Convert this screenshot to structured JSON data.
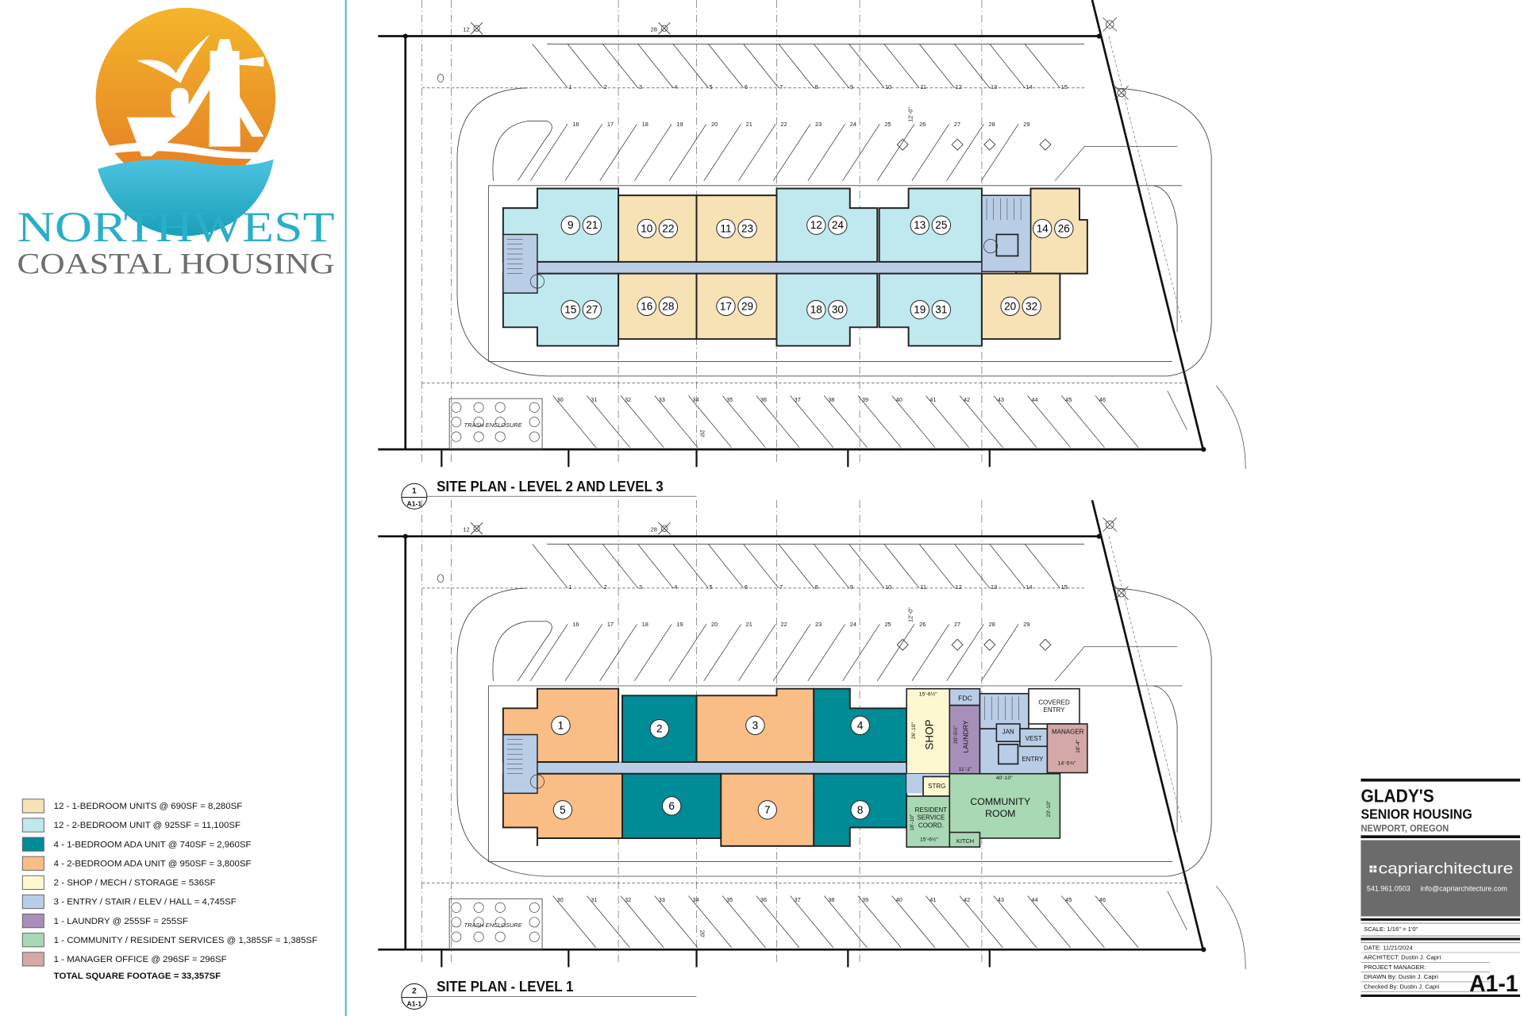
{
  "logo": {
    "line1": "NORTHWEST",
    "line2": "COASTAL HOUSING",
    "colors": {
      "sun_top": "#f3b62b",
      "sun_bottom": "#e57c22",
      "water": "#3bb8d8",
      "line1": "#2aaec9",
      "line2": "#6d6e70"
    }
  },
  "plans": [
    {
      "title": "SITE PLAN - LEVEL 2 AND LEVEL 3",
      "callout_number": "1",
      "callout_sheet": "A1-1",
      "units": [
        {
          "labels": [
            "9",
            "21"
          ],
          "type": "two_bed"
        },
        {
          "labels": [
            "10",
            "22"
          ],
          "type": "one_bed"
        },
        {
          "labels": [
            "11",
            "23"
          ],
          "type": "one_bed"
        },
        {
          "labels": [
            "12",
            "24"
          ],
          "type": "two_bed"
        },
        {
          "labels": [
            "13",
            "25"
          ],
          "type": "two_bed"
        },
        {
          "labels": [
            "14",
            "26"
          ],
          "type": "one_bed"
        },
        {
          "labels": [
            "15",
            "27"
          ],
          "type": "two_bed"
        },
        {
          "labels": [
            "16",
            "28"
          ],
          "type": "one_bed"
        },
        {
          "labels": [
            "17",
            "29"
          ],
          "type": "one_bed"
        },
        {
          "labels": [
            "18",
            "30"
          ],
          "type": "two_bed"
        },
        {
          "labels": [
            "19",
            "31"
          ],
          "type": "two_bed"
        },
        {
          "labels": [
            "20",
            "32"
          ],
          "type": "one_bed"
        }
      ]
    },
    {
      "title": "SITE PLAN - LEVEL 1",
      "callout_number": "2",
      "callout_sheet": "A1-1",
      "units": [
        {
          "labels": [
            "1"
          ],
          "type": "two_bed_ada"
        },
        {
          "labels": [
            "2"
          ],
          "type": "one_bed_ada"
        },
        {
          "labels": [
            "3"
          ],
          "type": "two_bed_ada"
        },
        {
          "labels": [
            "4"
          ],
          "type": "one_bed_ada"
        },
        {
          "labels": [
            "5"
          ],
          "type": "two_bed_ada"
        },
        {
          "labels": [
            "6"
          ],
          "type": "one_bed_ada"
        },
        {
          "labels": [
            "7"
          ],
          "type": "two_bed_ada"
        },
        {
          "labels": [
            "8"
          ],
          "type": "one_bed_ada"
        }
      ],
      "rooms": {
        "shop": "SHOP",
        "fdc": "FDC",
        "laundry": "LAUNDRY",
        "covered_entry_1": "COVERED",
        "covered_entry_2": "ENTRY",
        "jan": "JAN",
        "vest": "VEST",
        "entry": "ENTRY",
        "manager": "MANAGER",
        "strg": "STRG",
        "resident_1": "RESIDENT",
        "resident_2": "SERVICE",
        "resident_3": "COORD.",
        "community_1": "COMMUNITY",
        "community_2": "ROOM",
        "kitch": "KITCH"
      },
      "dimensions": {
        "shop_w": "15'-6½\"",
        "shop_h": "26'-10\"",
        "laundry_h": "20'-5½\"",
        "laundry_w": "11'-1\"",
        "manager_w": "14'-5¾\"",
        "manager_h": "18'-4\"",
        "community_w": "40'-10\"",
        "community_h": "23'-10\"",
        "resident_h": "18'-10\"",
        "resident_w": "15'-6½\""
      }
    }
  ],
  "site": {
    "trees": [
      "12",
      "28"
    ],
    "aisle_dimension": "12'-0\"",
    "trash_enclosure": "TRASH ENCLOSURE",
    "setback": "20'",
    "stalls_row1": [
      "1",
      "2",
      "3",
      "4",
      "5",
      "6",
      "7",
      "8",
      "9",
      "10",
      "11",
      "12",
      "13",
      "14",
      "15"
    ],
    "stalls_row2": [
      "16",
      "17",
      "18",
      "19",
      "20",
      "21",
      "22",
      "23",
      "24",
      "25",
      "26",
      "27",
      "28",
      "29"
    ],
    "stalls_row3": [
      "30",
      "31",
      "32",
      "33",
      "34",
      "35",
      "36",
      "37",
      "38",
      "39",
      "40",
      "41",
      "42",
      "43",
      "44",
      "45",
      "46"
    ]
  },
  "legend": {
    "items": [
      {
        "label": "12 - 1-BEDROOM UNITS @ 690SF = 8,280SF",
        "color": "#f7e2b6"
      },
      {
        "label": "12 - 2-BEDROOM UNIT @ 925SF = 11,100SF",
        "color": "#bfe9ef"
      },
      {
        "label": "4 - 1-BEDROOM ADA UNIT @ 740SF = 2,960SF",
        "color": "#008c96"
      },
      {
        "label": "4 - 2-BEDROOM ADA UNIT @ 950SF =  3,800SF",
        "color": "#fbbd86"
      },
      {
        "label": "2 - SHOP / MECH / STORAGE = 536SF",
        "color": "#fdf8d2"
      },
      {
        "label": "3 - ENTRY / STAIR / ELEV / HALL = 4,745SF",
        "color": "#b9cde7"
      },
      {
        "label": "1 - LAUNDRY @ 255SF = 255SF",
        "color": "#a88fbb"
      },
      {
        "label": "1 - COMMUNITY  / RESIDENT SERVICES @ 1,385SF = 1,385SF",
        "color": "#a9d8b5"
      },
      {
        "label": "1 - MANAGER OFFICE @ 296SF = 296SF",
        "color": "#d5a8a8"
      }
    ],
    "total": "TOTAL SQUARE FOOTAGE = 33,357SF"
  },
  "colors": {
    "one_bed": "#f7e2b6",
    "two_bed": "#bfe9ef",
    "one_bed_ada": "#008c96",
    "two_bed_ada": "#fbbd86",
    "shop": "#fdf8d2",
    "circulation": "#b9cde7",
    "laundry": "#a88fbb",
    "community": "#a9d8b5",
    "manager": "#d5a8a8",
    "divider": "#3bb3cf"
  },
  "title_block": {
    "project_line1": "GLADY'S",
    "project_line2": "SENIOR HOUSING",
    "location": "NEWPORT, OREGON",
    "firm": "capriarchitecture",
    "phone": "541.961.0503",
    "email": "info@capriarchitecture.com",
    "scale": "SCALE: 1/16\" = 1'0\"",
    "date": "DATE:  11/21/2024",
    "architect": "ARCHITECT: Dustin J. Capri",
    "project_manager": "PROJECT MANAGER:",
    "drawn_by": "DRAWN By: Dustin J. Capri",
    "checked_by": "Checked By: Dustin J. Capri",
    "sheet": "A1-1"
  }
}
